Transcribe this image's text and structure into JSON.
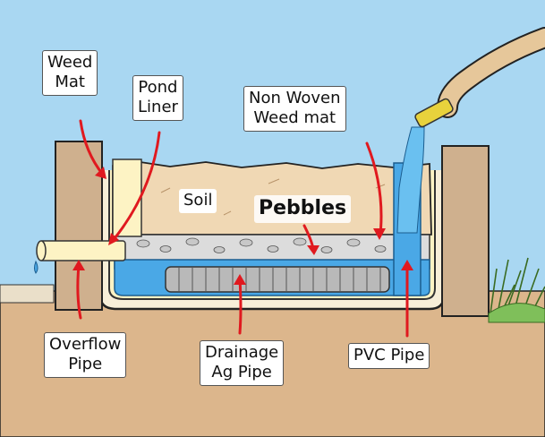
{
  "colors": {
    "sky": "#a9d7f2",
    "soil": "#f0d8b4",
    "ground": "#dcb68c",
    "post": "#cfb08e",
    "water": "#4aa8e6",
    "liner": "#fdf3c4",
    "pebbles": "#dcdcdc",
    "pipe": "#b9b9b9",
    "arrow": "#e0191f",
    "hose": "#e6c79a",
    "nozzle": "#e8d23c",
    "grass": "#7fbf5a"
  },
  "labels": {
    "weed_mat": [
      "Weed",
      "Mat"
    ],
    "pond_liner": [
      "Pond",
      "Liner"
    ],
    "non_woven": [
      "Non Woven",
      "Weed mat"
    ],
    "soil": "Soil",
    "pebbles": "Pebbles",
    "overflow_pipe": [
      "Overflow",
      "Pipe"
    ],
    "drainage_pipe": [
      "Drainage",
      "Ag Pipe"
    ],
    "pvc_pipe": "PVC Pipe"
  }
}
